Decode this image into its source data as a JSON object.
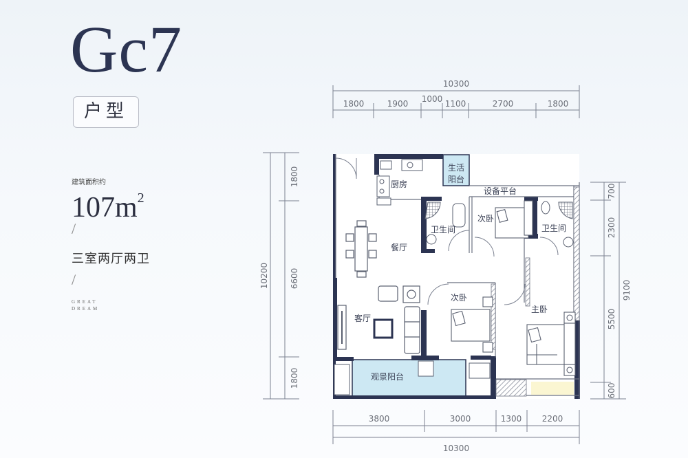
{
  "header": {
    "model_code": "Gc7",
    "type_badge": "户型"
  },
  "info": {
    "area_label": "建筑面积约",
    "area_value": "107m",
    "area_unit_sup": "2",
    "separator": "/",
    "layout_desc": "三室两厅两卫",
    "tagline_line1": "GREAT",
    "tagline_line2": "DREAM"
  },
  "dimensions": {
    "top_total": "10300",
    "top_segments": [
      "1800",
      "1900",
      "1000",
      "1100",
      "2700",
      "1800"
    ],
    "bottom_total": "10300",
    "bottom_segments": [
      "3800",
      "3000",
      "1300",
      "2200"
    ],
    "left_total": "10200",
    "left_segments": [
      "1800",
      "6600",
      "1800"
    ],
    "right_total": "9100",
    "right_segments": [
      "700",
      "2300",
      "5500",
      "600"
    ]
  },
  "rooms": {
    "kitchen": "厨房",
    "utility_balcony_line1": "生活",
    "utility_balcony_line2": "阳台",
    "equipment_platform": "设备平台",
    "bathroom_1": "卫生间",
    "bedroom_2": "次卧",
    "bathroom_2": "卫生间",
    "dining": "餐厅",
    "living": "客厅",
    "bedroom_3": "次卧",
    "master_bedroom": "主卧",
    "view_balcony": "观景阳台"
  },
  "colors": {
    "wall": "#2c3452",
    "balcony_blue": "#cde8f3",
    "balcony_yellow": "#fbf6d2",
    "line": "#7b8190"
  }
}
